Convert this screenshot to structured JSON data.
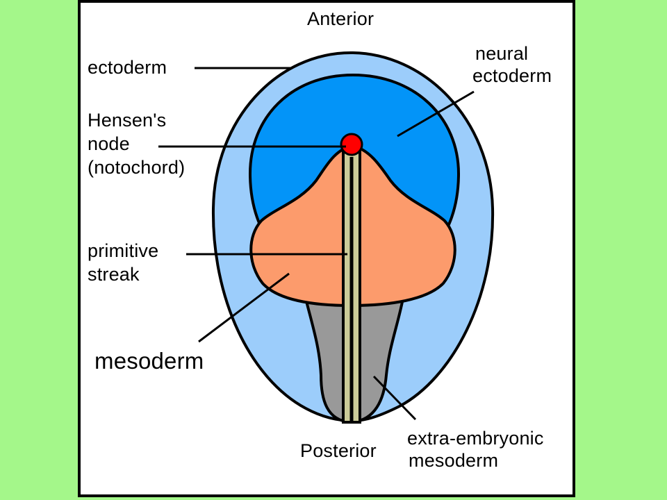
{
  "colors": {
    "page_background": "#a4f78a",
    "panel_background": "#ffffff",
    "ectoderm": "#9ccdfb",
    "neural_ectoderm": "#0394f8",
    "mesoderm": "#fc9b6c",
    "extra_embryonic_mesoderm": "#999999",
    "primitive_streak": "#cccc99",
    "hensens_node": "#ff0000",
    "outline": "#000000"
  },
  "labels": {
    "anterior": "Anterior",
    "posterior": "Posterior",
    "ectoderm": "ectoderm",
    "neural_ectoderm_line1": "neural",
    "neural_ectoderm_line2": "ectoderm",
    "hensens_node_line1": "Hensen's",
    "hensens_node_line2": "node",
    "hensens_node_line3": "(notochord)",
    "primitive_streak_line1": "primitive",
    "primitive_streak_line2": "streak",
    "mesoderm": "mesoderm",
    "extra_embryonic_line1": "extra-embryonic",
    "extra_embryonic_line2": "mesoderm"
  }
}
